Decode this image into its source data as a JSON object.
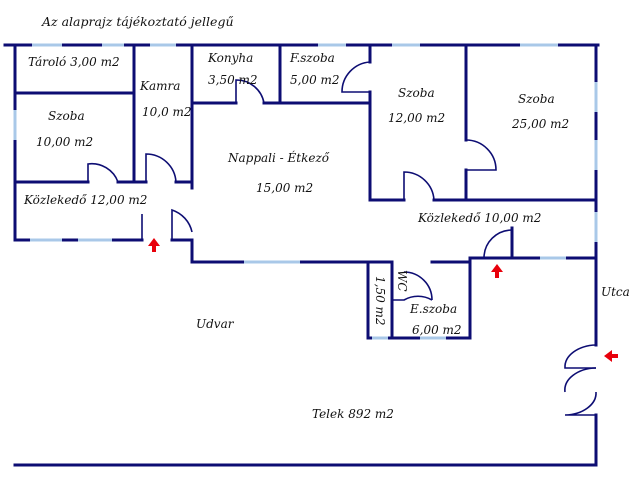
{
  "title": "Az alaprajz tájékoztató jellegű",
  "colors": {
    "wall": "#0d0d73",
    "window": "#a9c8e8",
    "arrow": "#e8000b",
    "text": "#111111"
  },
  "rooms": {
    "tarolo": "Tároló 3,00 m2",
    "kamra_name": "Kamra",
    "kamra_area": "10,0 m2",
    "konyha_name": "Konyha",
    "konyha_area": "3,50 m2",
    "fszoba_name": "F.szoba",
    "fszoba_area": "5,00 m2",
    "szoba1_name": "Szoba",
    "szoba1_area": "10,00 m2",
    "szoba2_name": "Szoba",
    "szoba2_area": "12,00 m2",
    "szoba3_name": "Szoba",
    "szoba3_area": "25,00 m2",
    "nappali_name": "Nappali - Étkező",
    "nappali_area": "15,00 m2",
    "kozlekedo1": "Közlekedő 12,00 m2",
    "kozlekedo2": "Közlekedő 10,00 m2",
    "wc_name": "WC",
    "wc_area": "1,50 m2",
    "eszoba_name": "E.szoba",
    "eszoba_area": "6,00 m2"
  },
  "outdoor": {
    "udvar": "Udvar",
    "utca": "Utca",
    "telek": "Telek 892 m2"
  },
  "icons": [
    "door-arc-icon",
    "entry-arrow-icon",
    "gate-icon"
  ]
}
